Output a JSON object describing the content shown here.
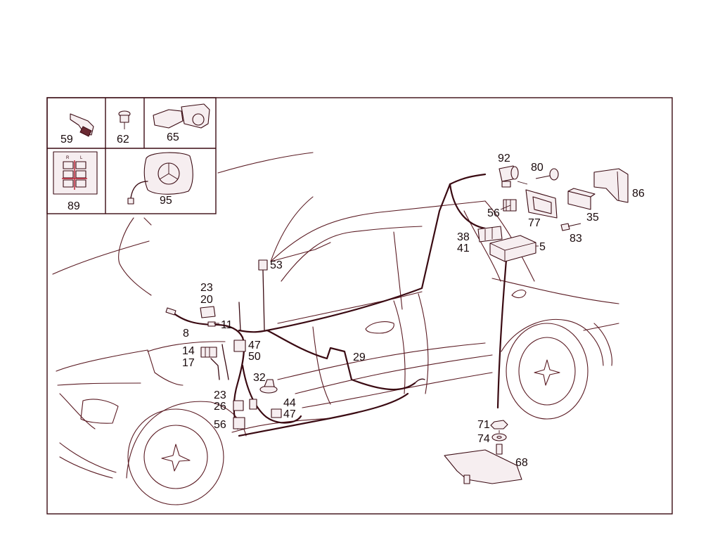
{
  "inset_labels": {
    "p59": "59",
    "p62": "62",
    "p65": "65",
    "p89": "89",
    "p95": "95",
    "p89_col_a": "R",
    "p89_col_b": "L"
  },
  "part_labels": {
    "p92": "92",
    "p80": "80",
    "p86": "86",
    "p56_top": "56",
    "p77": "77",
    "p35": "35",
    "p83": "83",
    "p38": "38",
    "p41": "41",
    "p5": "5",
    "p53": "53",
    "p23_top": "23",
    "p20": "20",
    "p11": "11",
    "p8": "8",
    "p14": "14",
    "p17": "17",
    "p47_a": "47",
    "p50": "50",
    "p29": "29",
    "p32": "32",
    "p23_low": "23",
    "p26": "26",
    "p44": "44",
    "p47_b": "47",
    "p56_low": "56",
    "p71": "71",
    "p74": "74",
    "p68": "68"
  },
  "colors": {
    "line": "#3a0a12",
    "accent": "#c0283a"
  }
}
